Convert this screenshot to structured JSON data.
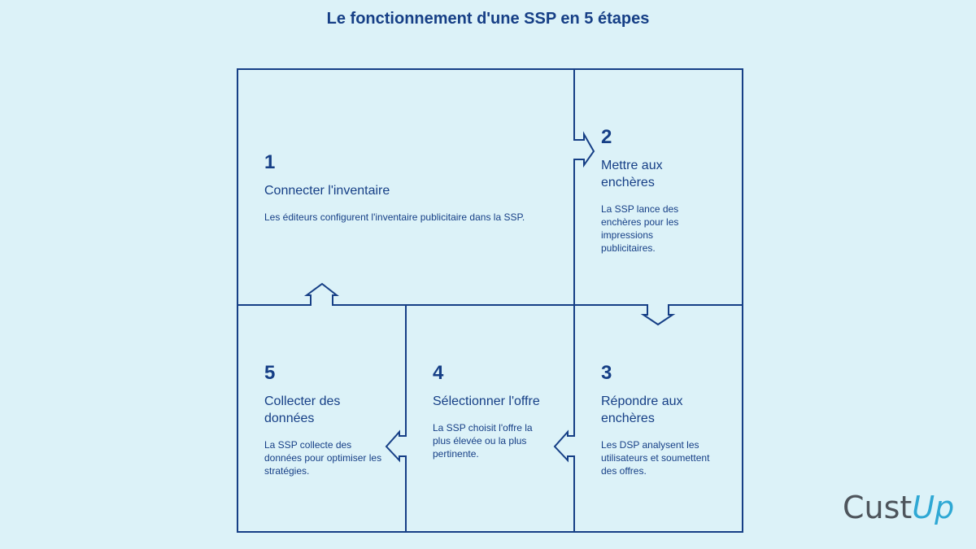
{
  "title": "Le fonctionnement d'une SSP en 5 étapes",
  "steps": [
    {
      "number": "1",
      "title": "Connecter l'inventaire",
      "description": "Les éditeurs configurent l'inventaire publicitaire dans la SSP."
    },
    {
      "number": "2",
      "title": "Mettre aux enchères",
      "description": "La SSP lance des enchères pour les impressions publicitaires."
    },
    {
      "number": "3",
      "title": "Répondre aux enchères",
      "description": "Les DSP analysent les utilisateurs et soumettent des offres."
    },
    {
      "number": "4",
      "title": "Sélectionner l'offre",
      "description": "La SSP choisit l'offre la plus élevée ou la plus pertinente."
    },
    {
      "number": "5",
      "title": "Collecter des données",
      "description": "La SSP collecte des données pour optimiser les stratégies."
    }
  ],
  "logo": {
    "part1": "Cust",
    "part2": "Up"
  },
  "colors": {
    "line": "#163f86",
    "text": "#163f86",
    "background": "#dcf2f8",
    "logo_gray": "#4e555c",
    "logo_blue": "#2fa8d4"
  }
}
